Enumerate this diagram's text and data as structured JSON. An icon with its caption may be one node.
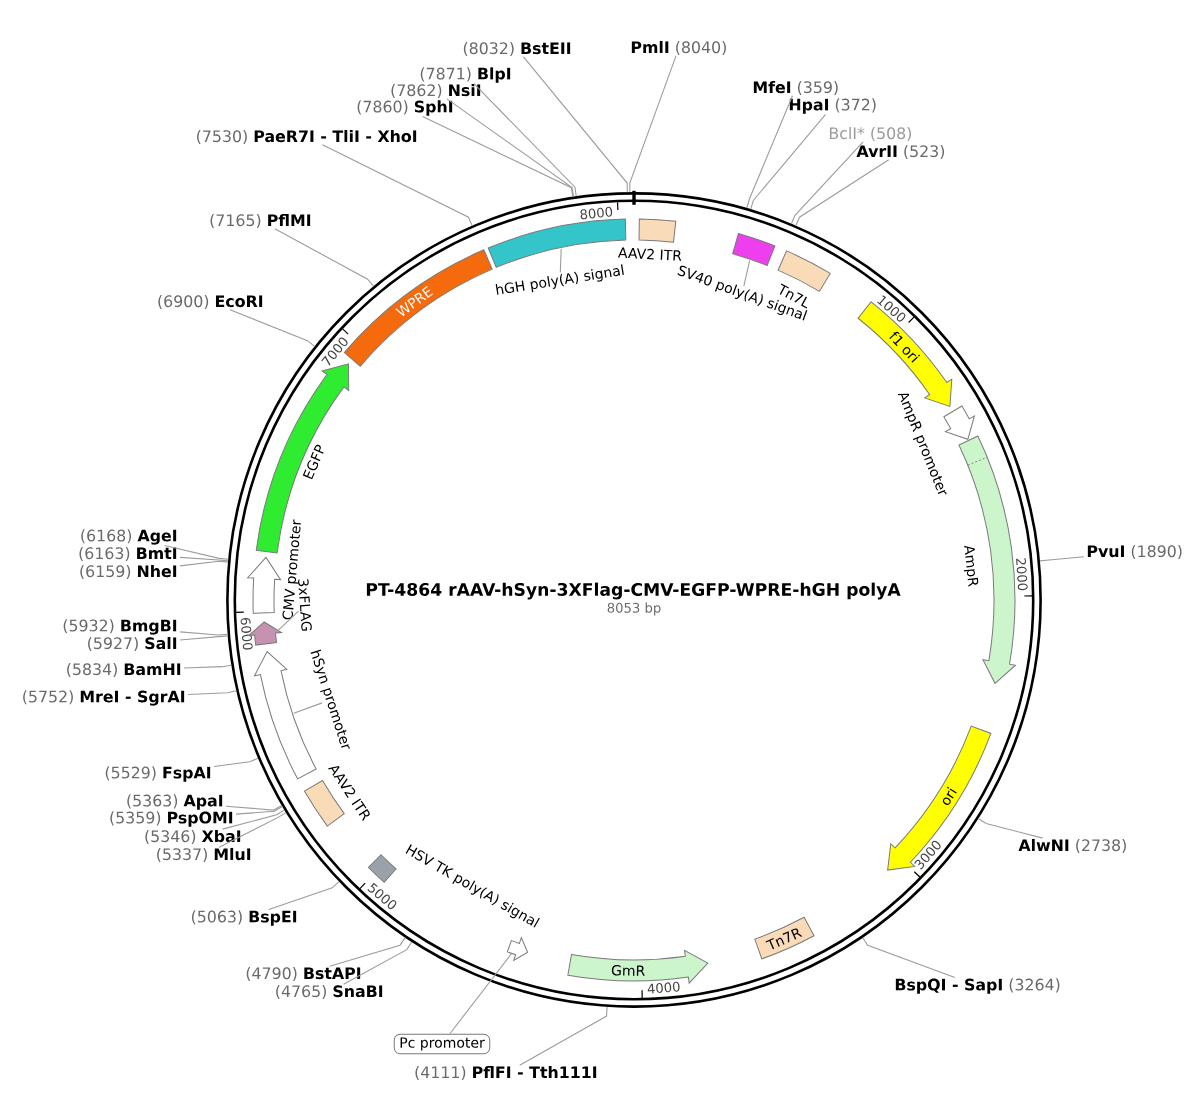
{
  "diagram": {
    "title": "PT-4864 rAAV-hSyn-3XFlag-CMV-EGFP-WPRE-hGH polyA",
    "nodes": [
      {
        "text": [],
        "shape": "circle"
      },
      {
        "text": [
          "AAV2 ITR"
        ],
        "in": 0
      },
      {
        "text": [],
        "shape": "box",
        "in": 0
      },
      {
        "text": [
          "SV40 poly(A) signal"
        ],
        "in": 0
      },
      {
        "text": [
          "Tn7L"
        ],
        "in": 0
      },
      {
        "text": [
          "f1 ori"
        ],
        "in": 0
      },
      {
        "text": [
          "AmpR promoter"
        ],
        "in": 0
      },
      {
        "text": [
          "AmpR"
        ],
        "in": 0
      },
      {
        "text": [
          "ori"
        ],
        "in": 0
      },
      {
        "text": [
          "Tn7R"
        ],
        "in": 0
      },
      {
        "text": [
          "GmR"
        ],
        "in": 0
      },
      {
        "text": [],
        "shape": "arrow",
        "in": 0
      },
      {
        "text": [
          "Pc promoter"
        ]
      },
      {
        "text": [
          "HSV TK poly(A) signal"
        ],
        "in": 0
      },
      {
        "text": [
          "AAV2 ITR"
        ],
        "in": 0
      },
      {
        "text": [],
        "shape": "arrow",
        "in": 0
      },
      {
        "text": [
          "hSyn promoter"
        ],
        "in": 0
      },
      {
        "text": [],
        "shape": "pentagon",
        "in": 0
      },
      {
        "text": [
          "3xFLAG"
        ],
        "in": 0
      },
      {
        "text": [
          "CMV promoter"
        ],
        "in": 0
      },
      {
        "text": [
          "EGFP"
        ],
        "in": 0
      },
      {
        "text": [
          "WPRE"
        ],
        "in": 0
      },
      {
        "text": [],
        "shape": "bar",
        "in": 0
      },
      {
        "text": [
          "hGH poly(A) signal"
        ],
        "in": 0
      },
      {
        "text": [
          "**MfeI** (359)"
        ]
      },
      {
        "text": [
          "**HpaI** (372)"
        ]
      },
      {
        "text": [
          "BclI* (508)"
        ]
      },
      {
        "text": [
          "**AvrII** (523)"
        ]
      },
      {
        "text": [
          "**PvuI** (1890)"
        ]
      },
      {
        "text": [
          "**AlwNI** (2738)"
        ]
      },
      {
        "text": [
          "**BspQI - SapI** (3264)"
        ]
      },
      {
        "text": [
          "(4111) **PflFI - Tth111I**"
        ]
      },
      {
        "text": [
          "(4765) **SnaBI**"
        ]
      },
      {
        "text": [
          "(4790) **BstAPI**"
        ]
      },
      {
        "text": [
          "(5063) **BspEI**"
        ]
      },
      {
        "text": [
          "(5337) **MluI**"
        ]
      },
      {
        "text": [
          "(5346) **XbaI**"
        ]
      },
      {
        "text": [
          "(5359) **PspOMI**"
        ]
      },
      {
        "text": [
          "(5363) **ApaI**"
        ]
      },
      {
        "text": [
          "(5529) **FspAI**"
        ]
      },
      {
        "text": [
          "(5752) **MreI - SgrAI**"
        ]
      },
      {
        "text": [
          "(5834) **BamHI**"
        ]
      },
      {
        "text": [
          "(5927) **SalI**"
        ]
      },
      {
        "text": [
          "(5932) **BmgBI**"
        ]
      },
      {
        "text": [
          "(6159) **NheI**"
        ]
      },
      {
        "text": [
          "(6163) **BmtI**"
        ]
      },
      {
        "text": [
          "(6168) **AgeI**"
        ]
      },
      {
        "text": [
          "(6900) **EcoRI**"
        ]
      },
      {
        "text": [
          "(7165) **PflMI**"
        ]
      },
      {
        "text": [
          "(7530) **PaeR7I - TliI - XhoI**"
        ]
      },
      {
        "text": [
          "(7860) **SphI**"
        ]
      },
      {
        "text": [
          "(7862) **NsiI**"
        ]
      },
      {
        "text": [
          "(7871) **BlpI**"
        ]
      },
      {
        "text": [
          "(8032) **BstEII**"
        ]
      },
      {
        "text": [
          "**PmlI** (8040)"
        ]
      }
    ],
    "edges": [
      {
        "from": 3,
        "to": 2,
        "arrow": "none"
      },
      {
        "from": 12,
        "to": 11,
        "arrow": "none"
      },
      {
        "from": 16,
        "to": 15,
        "arrow": "none"
      },
      {
        "from": 18,
        "to": 17,
        "arrow": "none"
      },
      {
        "from": 23,
        "to": 22,
        "arrow": "none"
      },
      {
        "from": 24,
        "to": 0,
        "arrow": "none"
      },
      {
        "from": 25,
        "to": 0,
        "arrow": "none"
      },
      {
        "from": 26,
        "to": 0,
        "arrow": "none"
      },
      {
        "from": 27,
        "to": 0,
        "arrow": "none"
      },
      {
        "from": 28,
        "to": 0,
        "arrow": "none"
      },
      {
        "from": 29,
        "to": 0,
        "arrow": "none"
      },
      {
        "from": 30,
        "to": 0,
        "arrow": "none"
      },
      {
        "from": 31,
        "to": 0,
        "arrow": "none"
      },
      {
        "from": 32,
        "to": 0,
        "arrow": "none"
      },
      {
        "from": 33,
        "to": 0,
        "arrow": "none"
      },
      {
        "from": 34,
        "to": 0,
        "arrow": "none"
      },
      {
        "from": 35,
        "to": 0,
        "arrow": "none"
      },
      {
        "from": 36,
        "to": 0,
        "arrow": "none"
      },
      {
        "from": 37,
        "to": 0,
        "arrow": "none"
      },
      {
        "from": 38,
        "to": 0,
        "arrow": "none"
      },
      {
        "from": 39,
        "to": 0,
        "arrow": "none"
      },
      {
        "from": 40,
        "to": 0,
        "arrow": "none"
      },
      {
        "from": 41,
        "to": 0,
        "arrow": "none"
      },
      {
        "from": 42,
        "to": 0,
        "arrow": "none"
      },
      {
        "from": 43,
        "to": 0,
        "arrow": "none"
      },
      {
        "from": 44,
        "to": 0,
        "arrow": "none"
      },
      {
        "from": 45,
        "to": 0,
        "arrow": "none"
      },
      {
        "from": 46,
        "to": 0,
        "arrow": "none"
      },
      {
        "from": 47,
        "to": 0,
        "arrow": "none"
      },
      {
        "from": 48,
        "to": 0,
        "arrow": "none"
      },
      {
        "from": 49,
        "to": 0,
        "arrow": "none"
      },
      {
        "from": 50,
        "to": 0,
        "arrow": "none"
      },
      {
        "from": 51,
        "to": 0,
        "arrow": "none"
      },
      {
        "from": 52,
        "to": 0,
        "arrow": "none"
      },
      {
        "from": 53,
        "to": 0,
        "arrow": "none"
      },
      {
        "from": 54,
        "to": 0,
        "arrow": "none"
      }
    ],
    "labels": [
      "8053 bp",
      "1000",
      "2000",
      "3000",
      "4000",
      "5000",
      "6000",
      "7000",
      "8000"
    ]
  }
}
